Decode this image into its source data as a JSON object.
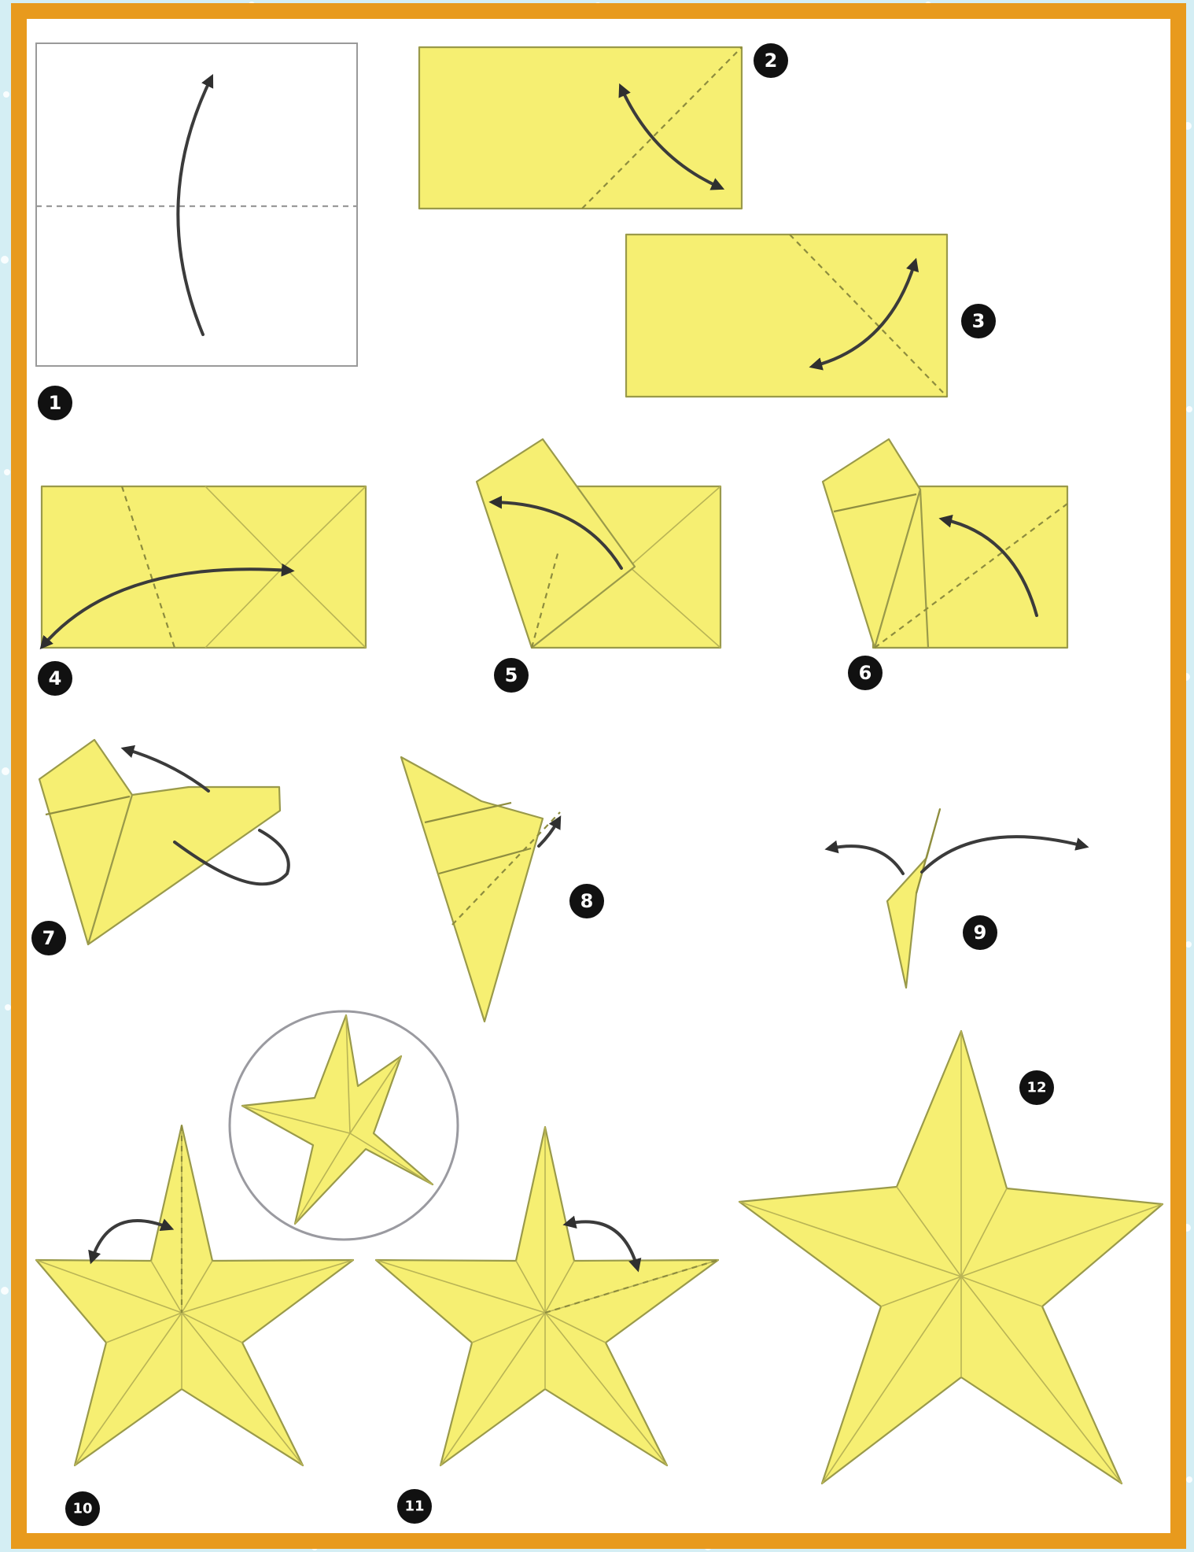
{
  "colors": {
    "frame": "#e89a1d",
    "background": "#d4eef4",
    "paper": "#f6ef72",
    "badge": "#111111"
  },
  "steps": [
    {
      "number": "1"
    },
    {
      "number": "2"
    },
    {
      "number": "3"
    },
    {
      "number": "4"
    },
    {
      "number": "5"
    },
    {
      "number": "6"
    },
    {
      "number": "7"
    },
    {
      "number": "8"
    },
    {
      "number": "9"
    },
    {
      "number": "10"
    },
    {
      "number": "11"
    },
    {
      "number": "12"
    }
  ]
}
